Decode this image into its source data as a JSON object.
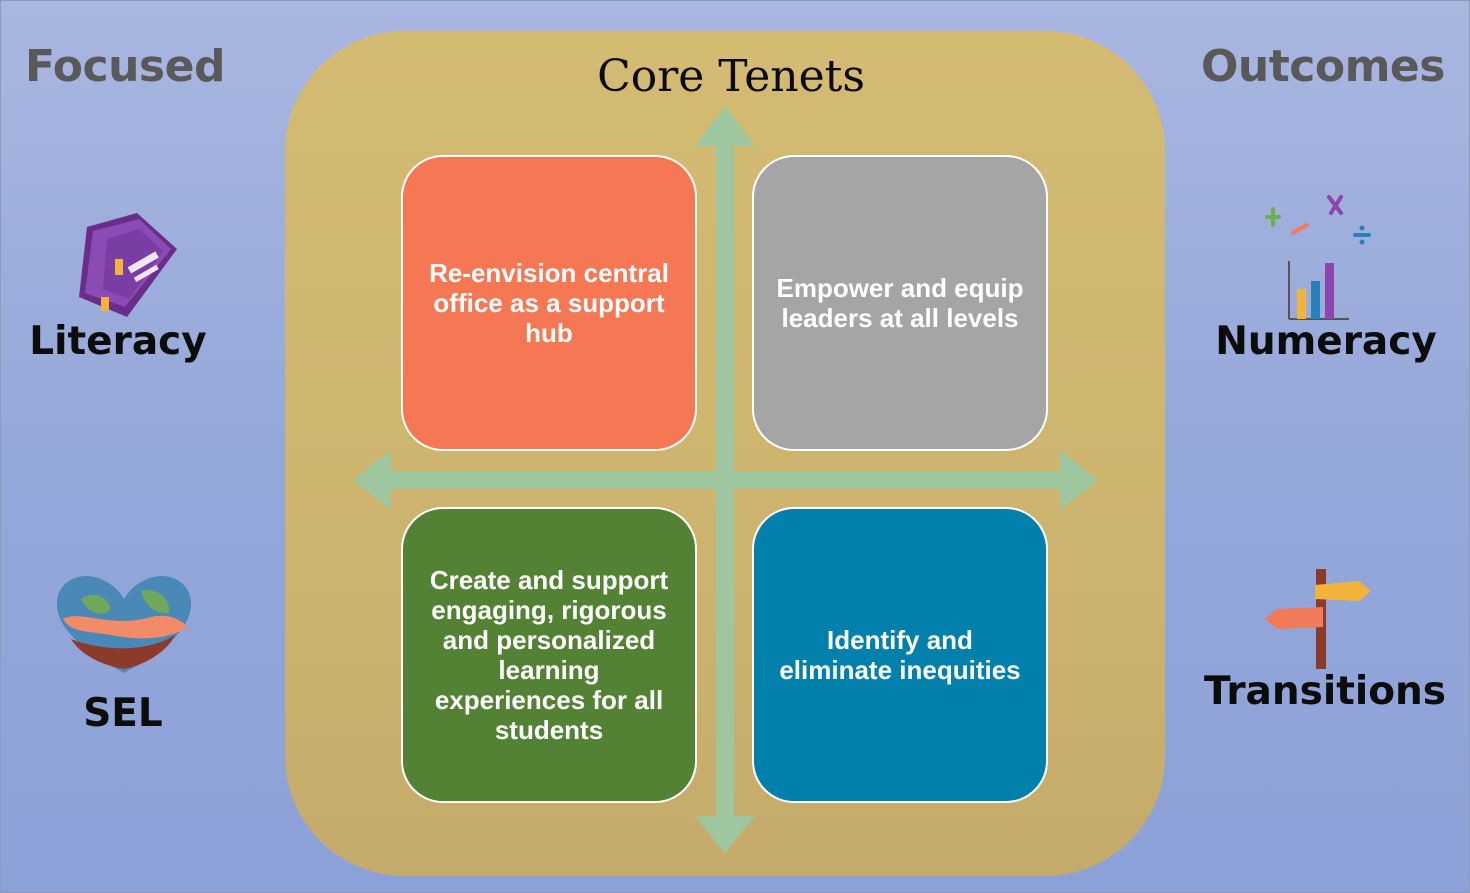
{
  "left_heading": "Focused",
  "right_heading": "Outcomes",
  "core": {
    "title": "Core Tenets",
    "tenets": [
      {
        "text": "Re-envision central office as a support hub",
        "color": "#f67753"
      },
      {
        "text": "Empower and equip leaders at all levels",
        "color": "#a5a5a5"
      },
      {
        "text": "Create and support engaging, rigorous and personalized learning experiences for all students",
        "color": "#538234"
      },
      {
        "text": "Identify and eliminate inequities",
        "color": "#0180ab"
      }
    ]
  },
  "focus_areas": [
    {
      "label": "Literacy",
      "icon": "book-icon"
    },
    {
      "label": "SEL",
      "icon": "heart-globe-icon"
    },
    {
      "label": "Numeracy",
      "icon": "math-chart-icon"
    },
    {
      "label": "Transitions",
      "icon": "signpost-icon"
    }
  ],
  "colors": {
    "background": "#9aabdc",
    "core_panel": "#d0b670",
    "arrow": "#9ec7a0",
    "heading": "#595959"
  }
}
